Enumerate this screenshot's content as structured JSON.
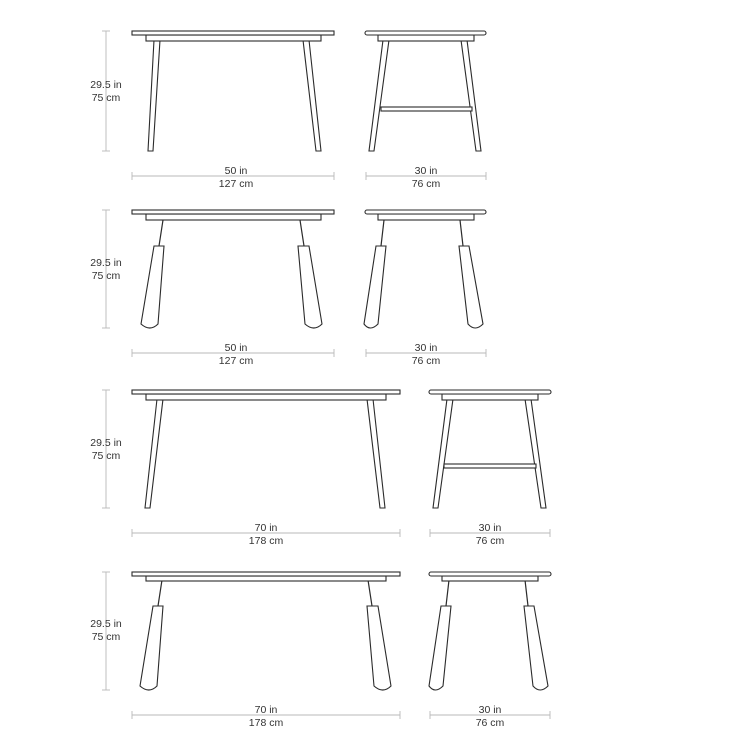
{
  "colors": {
    "line": "#2b2b2b",
    "dimension": "#b8b8b8",
    "text": "#333333"
  },
  "rows": [
    {
      "height": {
        "in": "29.5 in",
        "cm": "75 cm"
      },
      "length": {
        "in": "50 in",
        "cm": "127 cm"
      },
      "depth": {
        "in": "30 in",
        "cm": "76 cm"
      }
    },
    {
      "height": {
        "in": "29.5 in",
        "cm": "75 cm"
      },
      "length": {
        "in": "50 in",
        "cm": "127 cm"
      },
      "depth": {
        "in": "30 in",
        "cm": "76 cm"
      }
    },
    {
      "height": {
        "in": "29.5 in",
        "cm": "75 cm"
      },
      "length": {
        "in": "70 in",
        "cm": "178 cm"
      },
      "depth": {
        "in": "30 in",
        "cm": "76 cm"
      }
    },
    {
      "height": {
        "in": "29.5 in",
        "cm": "75 cm"
      },
      "length": {
        "in": "70 in",
        "cm": "178 cm"
      },
      "depth": {
        "in": "30 in",
        "cm": "76 cm"
      }
    }
  ]
}
